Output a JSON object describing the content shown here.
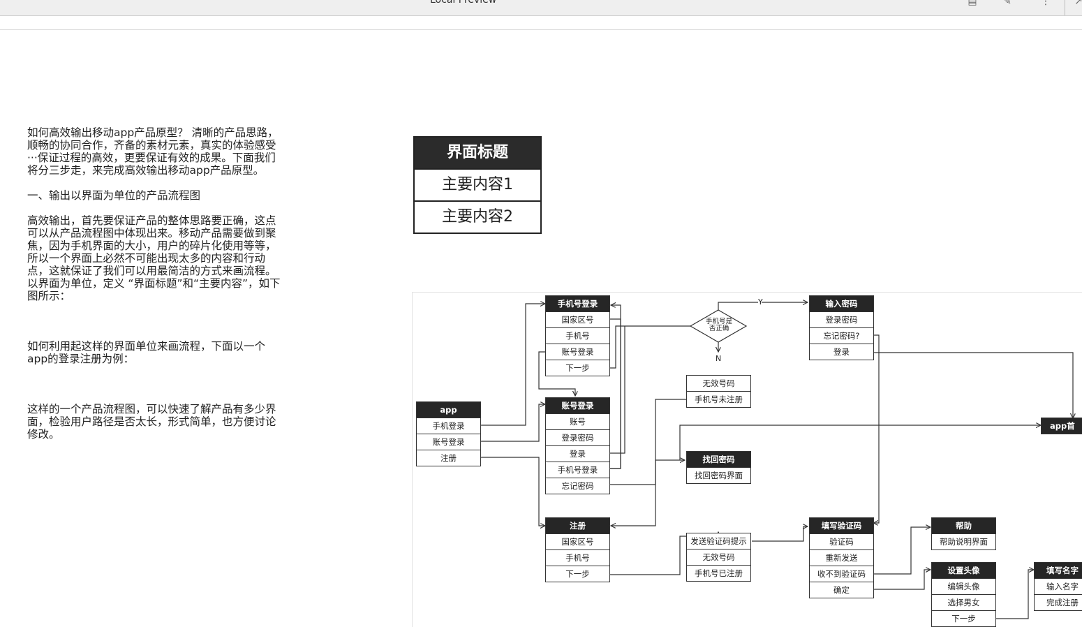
{
  "topbar": {
    "title": "Local Preview",
    "icons": [
      "document-icon",
      "edit-icon",
      "more-icon",
      "share-icon"
    ]
  },
  "article": {
    "p1": "如何高效输出移动app产品原型？ 清晰的产品思路，顺畅的协同合作，齐备的素材元素，真实的体验感受···保证过程的高效，更要保证有效的成果。下面我们将分三步走，来完成高效输出移动app产品原型。",
    "p2": "一、输出以界面为单位的产品流程图",
    "p3": "高效输出，首先要保证产品的整体思路要正确，这点可以从产品流程图中体现出来。移动产品需要做到聚焦，因为手机界面的大小，用户的碎片化使用等等，所以一个界面上必然不可能出现太多的内容和行动点，这就保证了我们可以用最简洁的方式来画流程。以界面为单位，定义 “界面标题”和“主要内容”，如下图所示：",
    "p4": "如何利用起这样的界面单位来画流程，下面以一个app的登录注册为例：",
    "p5": "这样的一个产品流程图，可以快速了解产品有多少界面，检验用户路径是否太长，形式简单，也方便讨论修改。"
  },
  "template": {
    "title": "界面标题",
    "row1": "主要内容1",
    "row2": "主要内容2"
  },
  "flow": {
    "app": {
      "title": "app",
      "rows": [
        "手机登录",
        "账号登录",
        "注册"
      ]
    },
    "phone_login": {
      "title": "手机号登录",
      "rows": [
        "国家区号",
        "手机号",
        "账号登录",
        "下一步"
      ]
    },
    "decision": "手机号是否正确",
    "label_y": "Y",
    "label_n": "N",
    "password": {
      "title": "输入密码",
      "rows": [
        "登录密码",
        "忘记密码?",
        "登录"
      ]
    },
    "invalid": {
      "rows": [
        "无效号码",
        "手机号未注册"
      ]
    },
    "account_login": {
      "title": "账号登录",
      "rows": [
        "账号",
        "登录密码",
        "登录",
        "手机号登录",
        "忘记密码"
      ]
    },
    "app_home": {
      "title": "app首"
    },
    "find_pw": {
      "title": "找回密码",
      "rows": [
        "找回密码界面"
      ]
    },
    "register": {
      "title": "注册",
      "rows": [
        "国家区号",
        "手机号",
        "下一步"
      ]
    },
    "send_code": {
      "rows": [
        "发送验证码提示",
        "无效号码",
        "手机号已注册"
      ]
    },
    "verify": {
      "title": "填写验证码",
      "rows": [
        "验证码",
        "重新发送",
        "收不到验证码",
        "确定"
      ]
    },
    "help": {
      "title": "帮助",
      "rows": [
        "帮助说明界面"
      ]
    },
    "avatar": {
      "title": "设置头像",
      "rows": [
        "编辑头像",
        "选择男女",
        "下一步"
      ]
    },
    "name": {
      "title": "填写名字",
      "rows": [
        "输入名字",
        "完成注册"
      ]
    }
  }
}
